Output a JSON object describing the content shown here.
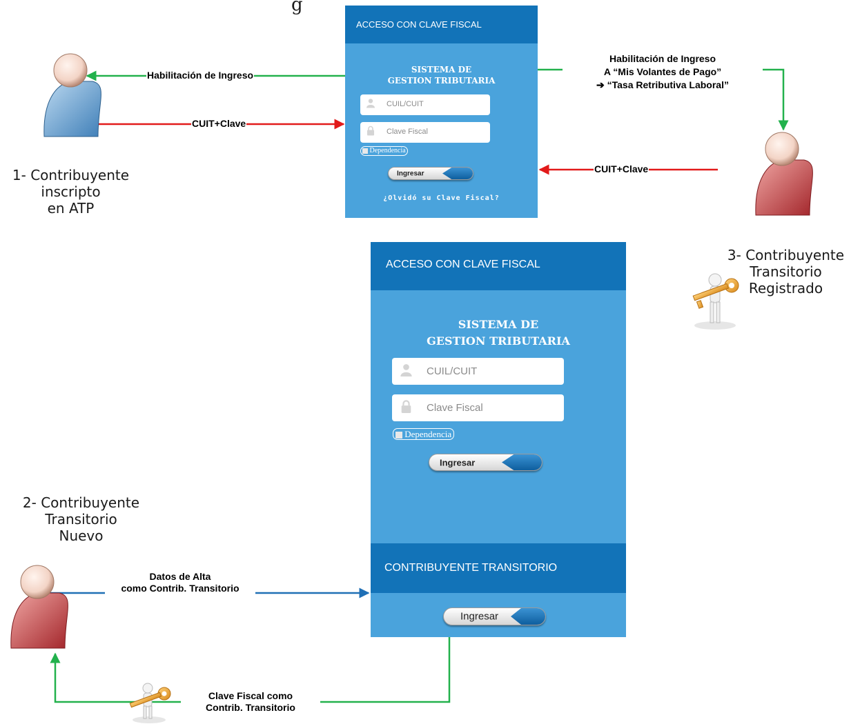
{
  "top_clip_text": "g",
  "persons": {
    "p1": {
      "label": "1- Contribuyente\ninscripto\nen ATP"
    },
    "p2": {
      "label": "2- Contribuyente\nTransitorio\nNuevo"
    },
    "p3": {
      "label": "3- Contribuyente\nTransitorio\nRegistrado"
    }
  },
  "arrows": {
    "p1_habilitacion": "Habilitación de Ingreso",
    "p1_cuit": "CUIT+Clave",
    "p3_habilitacion_l1": "Habilitación de Ingreso",
    "p3_habilitacion_l2": "A “Mis Volantes de Pago”",
    "p3_habilitacion_l3": "➔ “Tasa Retributiva Laboral”",
    "p3_cuit": "CUIT+Clave",
    "p2_datos": "Datos de Alta\ncomo Contrib. Transitorio",
    "p2_clave": "Clave Fiscal como\nContrib. Transitorio"
  },
  "panel_small": {
    "header": "ACCESO CON CLAVE FISCAL",
    "title_l1": "SISTEMA DE",
    "title_l2": "GESTION TRIBUTARIA",
    "cuil_placeholder": "CUIL/CUIT",
    "clave_placeholder": "Clave Fiscal",
    "dependencia": "Dependencia",
    "ingresar": "Ingresar",
    "forgot": "¿Olvidó su Clave Fiscal?"
  },
  "panel_large": {
    "header": "ACCESO CON CLAVE FISCAL",
    "title_l1": "SISTEMA DE",
    "title_l2": "GESTION TRIBUTARIA",
    "cuil_placeholder": "CUIL/CUIT",
    "clave_placeholder": "Clave Fiscal",
    "dependencia": "Dependencia",
    "ingresar": "Ingresar",
    "transitorio_header": "CONTRIBUYENTE TRANSITORIO",
    "transitorio_ingresar": "Ingresar"
  },
  "colors": {
    "panel_blue": "#4aa3dc",
    "header_blue": "#1273b8",
    "arrow_green": "#22b14c",
    "arrow_red": "#e21a1a",
    "arrow_blue": "#1f6fb5",
    "person_blue": "#6fa8d6",
    "person_red": "#c9484c",
    "key_gold": "#e8a032"
  }
}
